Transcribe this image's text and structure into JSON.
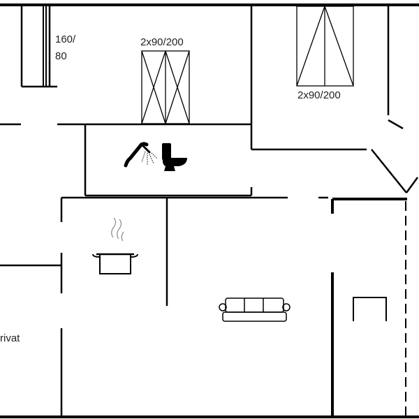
{
  "labels": {
    "bed_160_line1": "160/",
    "bed_160_line2": "80",
    "bed_2x90_left": "2x90/200",
    "bed_2x90_right": "2x90/200",
    "privat": "rivat"
  },
  "icons": [
    "shower-icon",
    "toilet-icon",
    "cooking-pot-icon",
    "sofa-icon",
    "table-icon"
  ],
  "colors": {
    "wall": "#000000",
    "background": "#ffffff"
  }
}
